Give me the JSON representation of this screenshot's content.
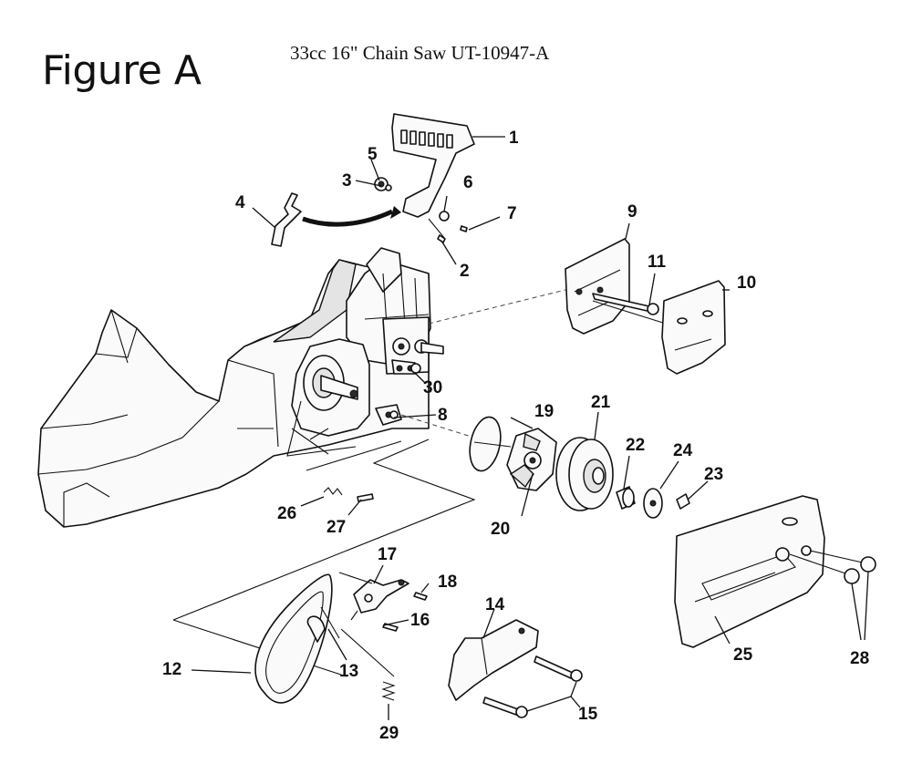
{
  "figure_label": "Figure A",
  "model_title": "33cc 16\" Chain Saw UT-10947-A",
  "part_numbers": {
    "p1": "1",
    "p2": "2",
    "p3": "3",
    "p4": "4",
    "p5": "5",
    "p6": "6",
    "p7": "7",
    "p8": "8",
    "p9": "9",
    "p10": "10",
    "p11": "11",
    "p12": "12",
    "p13": "13",
    "p14": "14",
    "p15": "15",
    "p16": "16",
    "p17": "17",
    "p18": "18",
    "p19": "19",
    "p20": "20",
    "p21": "21",
    "p22": "22",
    "p23": "23",
    "p24": "24",
    "p25": "25",
    "p26": "26",
    "p27": "27",
    "p28": "28",
    "p29": "29",
    "p30": "30"
  }
}
